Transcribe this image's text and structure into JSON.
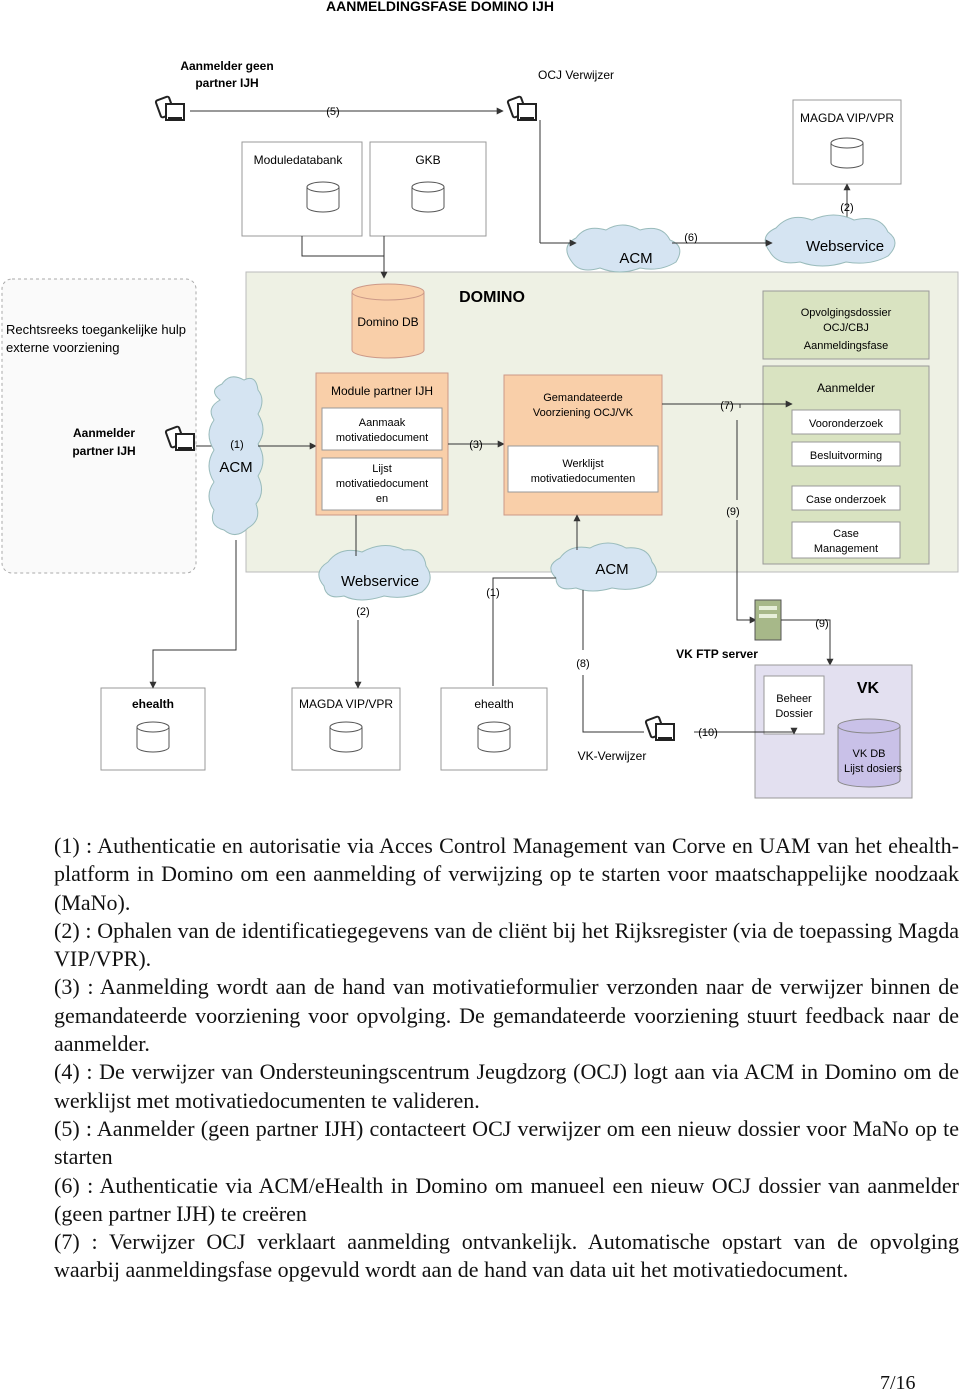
{
  "title": "AANMELDINGSFASE DOMINO IJH",
  "actors": {
    "aanmelder_geen": "Aanmelder geen partner IJH",
    "ocj_verwijzer": "OCJ Verwijzer",
    "aanmelder_partner": "Aanmelder partner IJH",
    "vk_verwijzer": "VK-Verwijzer"
  },
  "systems": {
    "moduledatabank": "Moduledatabank",
    "gkb": "GKB",
    "magda_top": "MAGDA VIP/VPR",
    "rechtsreeks": "Rechtsreeks toegankelijke hulp externe voorziening",
    "domino": "DOMINO",
    "domino_db": "Domino DB",
    "acm_cloud_top": "ACM",
    "webservice_top": "Webservice",
    "acm_cloud_left": "ACM",
    "webservice_bottom": "Webservice",
    "acm_cloud_bottom": "ACM",
    "ehealth_left": "ehealth",
    "magda_bottom": "MAGDA VIP/VPR",
    "ehealth_mid": "ehealth",
    "vk_ftp": "VK FTP server",
    "vk": "VK",
    "beheer_dossier": "Beheer Dossier",
    "vk_db": "VK  DB",
    "lijst_dosiers": "Lijst dosiers"
  },
  "module_partner": {
    "title": "Module partner IJH",
    "aanmaak": "Aanmaak motivatiedocument",
    "lijst": "Lijst motivatiedocument en"
  },
  "gemandateerde": {
    "title": "Gemandateerde Voorziening OCJ/VK",
    "werklijst": "Werklijst motivatiedocumenten"
  },
  "opvolging": {
    "title": "Opvolgingsdossier OCJ/CBJ",
    "subtitle": "Aanmeldingsfase",
    "items": [
      "Aanmelder",
      "Vooronderzoek",
      "Besluitvorming",
      "Case onderzoek",
      "Case Management"
    ]
  },
  "labels": {
    "l5": "(5)",
    "l2_top": "(2)",
    "l6": "(6)",
    "l1_left": "(1)",
    "l3": "(3)",
    "l7": "(7)",
    "l9a": "(9)",
    "l2_bottom": "(2)",
    "l1_bottom": "(1)",
    "l9b": "(9)",
    "l8": "(8)",
    "l10": "(10)"
  },
  "notes": [
    "(1) : Authenticatie en autorisatie via Acces Control Management van Corve en UAM van het ehealth-platform in Domino om een aanmelding of verwijzing op te starten voor maatschappelijke noodzaak (MaNo).",
    "(2) : Ophalen van de identificatiegegevens van de cliënt bij het Rijksregister (via de toepassing Magda VIP/VPR).",
    "(3) : Aanmelding wordt aan de hand van motivatieformulier verzonden naar de verwijzer binnen de gemandateerde voorziening voor opvolging. De gemandateerde voorziening stuurt feedback naar de aanmelder.",
    "(4) : De verwijzer van Ondersteuningscentrum Jeugdzorg (OCJ) logt aan via ACM in Domino om de werklijst met motivatiedocumenten te valideren.",
    "(5) : Aanmelder (geen partner IJH) contacteert OCJ verwijzer om een nieuw dossier voor MaNo op te starten",
    "(6) : Authenticatie via ACM/eHealth in Domino om manueel een nieuw OCJ dossier van aanmelder (geen partner IJH) te creëren",
    "(7) : Verwijzer OCJ verklaart aanmelding ontvankelijk. Automatische opstart van de opvolging waarbij aanmeldingsfase opgevuld wordt aan de hand van data uit het motivatiedocument."
  ],
  "page": "7/16",
  "colors": {
    "domino_bg": "#eef1e4",
    "orange_box": "#f9cfa9",
    "green_box": "#d9e3c1",
    "cloud": "#d5e4f2",
    "vk_bg": "#e3e0f0"
  }
}
